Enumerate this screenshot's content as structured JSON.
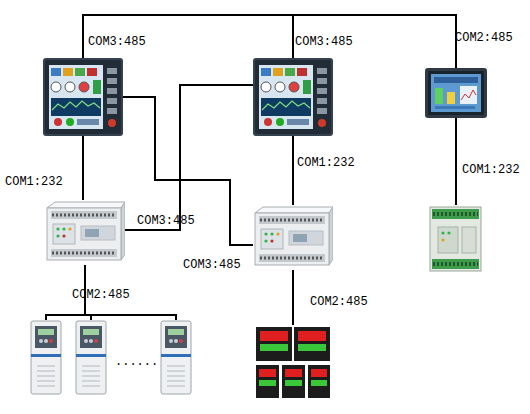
{
  "diagram": {
    "nodes": [
      {
        "text": []
      },
      {
        "text": []
      },
      {
        "text": []
      },
      {
        "text": []
      },
      {
        "text": []
      },
      {
        "text": []
      },
      {
        "text": []
      },
      {
        "text": []
      },
      {
        "text": []
      },
      {
        "text": []
      }
    ],
    "edges": [
      {
        "from": 0,
        "to": 1,
        "arrow": "none"
      },
      {
        "from": 1,
        "to": 2,
        "arrow": "none"
      },
      {
        "from": 0,
        "to": 3,
        "label": "COM1:232",
        "arrow": "none"
      },
      {
        "from": 1,
        "to": 4,
        "label": "COM1:232",
        "arrow": "none"
      },
      {
        "from": 2,
        "to": 5,
        "label": "COM1:232",
        "arrow": "none"
      },
      {
        "from": 0,
        "to": 4,
        "label": "COM3:485",
        "arrow": "none"
      },
      {
        "from": 1,
        "to": 3,
        "label": "COM3:485",
        "arrow": "none"
      },
      {
        "from": 3,
        "to": 6,
        "label": "COM2:485",
        "arrow": "none"
      },
      {
        "from": 3,
        "to": 7,
        "arrow": "none"
      },
      {
        "from": 3,
        "to": 8,
        "arrow": "none"
      },
      {
        "from": 4,
        "to": 9,
        "label": "COM2:485",
        "arrow": "none"
      }
    ],
    "labels": [
      "COM3:485",
      "COM3:485",
      "COM2:485",
      "......"
    ]
  }
}
